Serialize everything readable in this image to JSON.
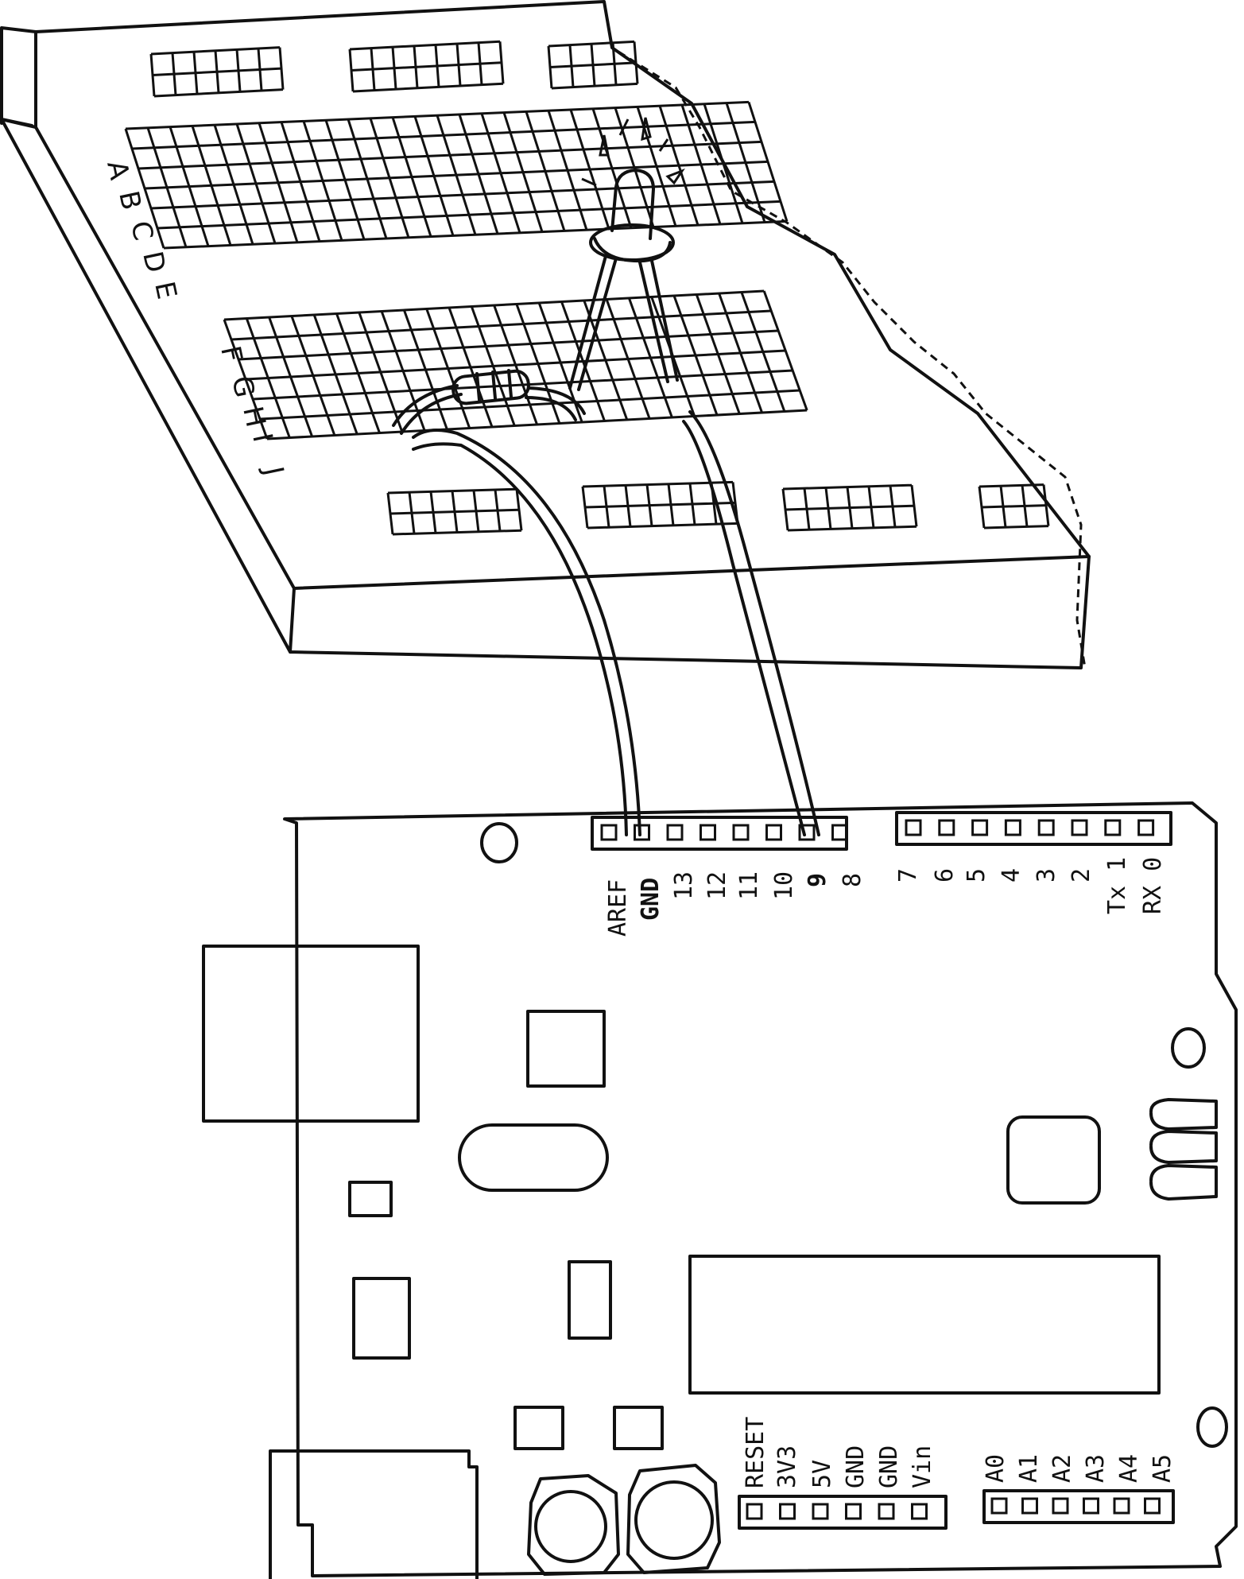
{
  "breadboard": {
    "rows_top": [
      "A",
      "B",
      "C",
      "D",
      "E"
    ],
    "rows_bottom": [
      "F",
      "G",
      "H",
      "I",
      "J"
    ]
  },
  "arduino": {
    "digital_left": [
      "AREF",
      "GND",
      "13",
      "12",
      "11",
      "10",
      "9",
      "8"
    ],
    "digital_right": [
      "7",
      "6",
      "5",
      "4",
      "3",
      "2",
      "Tx 1",
      "RX 0"
    ],
    "power": [
      "RESET",
      "3V3",
      "5V",
      "GND",
      "GND",
      "Vin"
    ],
    "analog": [
      "A0",
      "A1",
      "A2",
      "A3",
      "A4",
      "A5"
    ]
  },
  "highlighted_pins": [
    "GND",
    "9"
  ],
  "colors": {
    "ink": "#111111",
    "paper": "#ffffff"
  }
}
